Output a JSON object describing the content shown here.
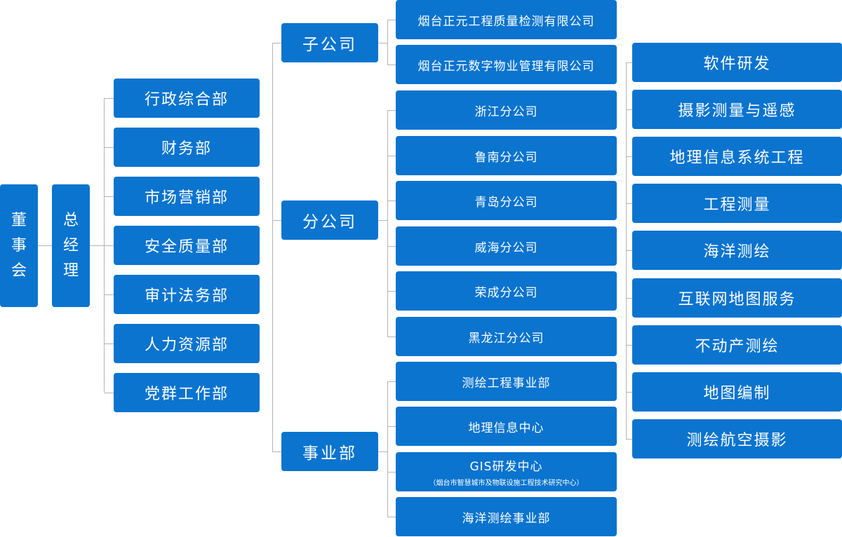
{
  "board": {
    "chars": [
      "董",
      "事",
      "会"
    ]
  },
  "gm": {
    "chars": [
      "总",
      "经",
      "理"
    ]
  },
  "departments": [
    "行政综合部",
    "财务部",
    "市场营销部",
    "安全质量部",
    "审计法务部",
    "人力资源部",
    "党群工作部"
  ],
  "groups": [
    "子公司",
    "分公司",
    "事业部"
  ],
  "subsidiaries": [
    "烟台正元工程质量检测有限公司",
    "烟台正元数字物业管理有限公司"
  ],
  "branches": [
    "浙江分公司",
    "鲁南分公司",
    "青岛分公司",
    "威海分公司",
    "荣成分公司",
    "黑龙江分公司"
  ],
  "business_units": [
    {
      "name": "测绘工程事业部",
      "sub": ""
    },
    {
      "name": "地理信息中心",
      "sub": ""
    },
    {
      "name": "GIS研发中心",
      "sub": "（烟台市智慧城市及物联设施工程技术研究中心）"
    },
    {
      "name": "海洋测绘事业部",
      "sub": ""
    }
  ],
  "specialties": [
    "软件研发",
    "摄影测量与遥感",
    "地理信息系统工程",
    "工程测量",
    "海洋测绘",
    "互联网地图服务",
    "不动产测绘",
    "地图编制",
    "测绘航空摄影"
  ],
  "colors": {
    "box": "#0a74cf",
    "line": "#b4b4b4"
  }
}
